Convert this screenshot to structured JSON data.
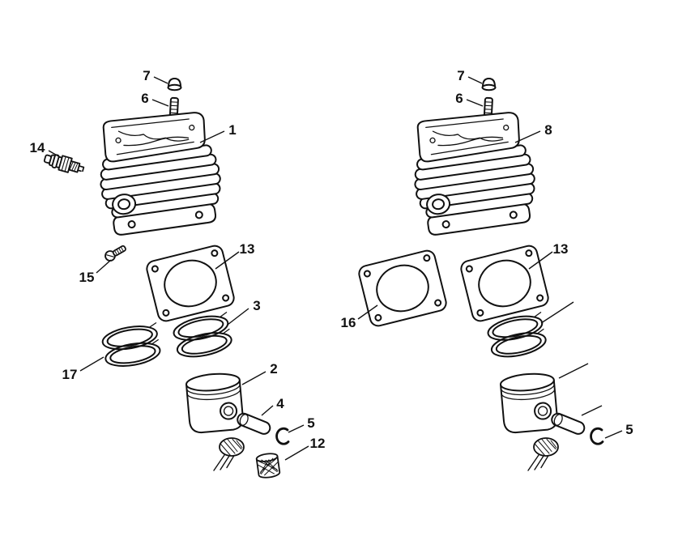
{
  "figure": {
    "name": "cylinder-piston-exploded-parts-diagram",
    "background_color": "#ffffff",
    "line_color": "#111111",
    "label_color": "#111111"
  },
  "assemblies": {
    "left": {
      "name": "cylinder-assembly-left",
      "callouts": [
        {
          "label": "7",
          "part": "cap"
        },
        {
          "label": "6",
          "part": "spline-screw"
        },
        {
          "label": "1",
          "part": "cylinder"
        },
        {
          "label": "14",
          "part": "spark-plug"
        },
        {
          "label": "15",
          "part": "screw"
        },
        {
          "label": "13",
          "part": "gasket"
        },
        {
          "label": "3",
          "part": "piston-rings"
        },
        {
          "label": "17",
          "part": "piston-rings"
        },
        {
          "label": "2",
          "part": "piston"
        },
        {
          "label": "4",
          "part": "wrist-pin"
        },
        {
          "label": "5",
          "part": "snap-ring"
        },
        {
          "label": "12",
          "part": "needle-cage-bearing"
        }
      ]
    },
    "right": {
      "name": "cylinder-assembly-right",
      "callouts": [
        {
          "label": "7",
          "part": "cap"
        },
        {
          "label": "6",
          "part": "spline-screw"
        },
        {
          "label": "8",
          "part": "cylinder"
        },
        {
          "label": "13",
          "part": "gasket"
        },
        {
          "label": "16",
          "part": "gasket"
        },
        {
          "label": "5",
          "part": "snap-ring"
        }
      ]
    }
  }
}
